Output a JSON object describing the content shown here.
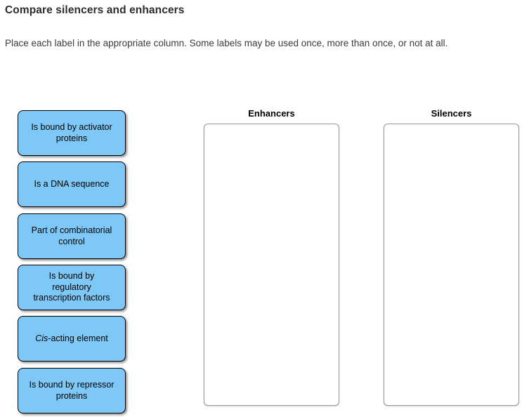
{
  "header": {
    "title": "Compare silencers and enhancers",
    "instruction": "Place each label in the appropriate column. Some labels may be used once, more than once, or not at all."
  },
  "labels": [
    {
      "text": "Is bound by activator\nproteins"
    },
    {
      "text": "Is a DNA sequence"
    },
    {
      "text": "Part of combinatorial\ncontrol"
    },
    {
      "text": "Is bound by\nregulatory\ntranscription factors"
    },
    {
      "em": "Cis",
      "text": "-acting element"
    },
    {
      "text": "Is bound by repressor\nproteins"
    }
  ],
  "columns": [
    {
      "label": "Enhancers"
    },
    {
      "label": "Silencers"
    }
  ],
  "colors": {
    "chip_fill": "#7EC8F7",
    "chip_border": "#000000",
    "column_border": "#999999",
    "heading_text": "#2D2D2D"
  }
}
